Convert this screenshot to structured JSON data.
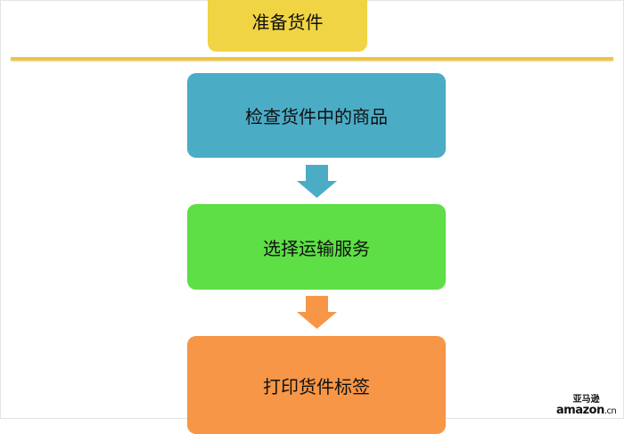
{
  "steps": [
    {
      "label": "准备货件",
      "color": "#F0D443"
    },
    {
      "label": "检查货件中的商品",
      "color": "#4BACC6"
    },
    {
      "label": "选择运输服务",
      "color": "#5DDF45"
    },
    {
      "label": "打印货件标签",
      "color": "#F79646"
    }
  ],
  "divider_color": "#EEC63A",
  "arrows": [
    {
      "icon": "arrow-down-icon",
      "color": "#4BACC6"
    },
    {
      "icon": "arrow-down-icon",
      "color": "#F79646"
    }
  ],
  "watermark": {
    "cn": "亚马逊",
    "en": "amazon",
    "suffix": ".cn"
  }
}
